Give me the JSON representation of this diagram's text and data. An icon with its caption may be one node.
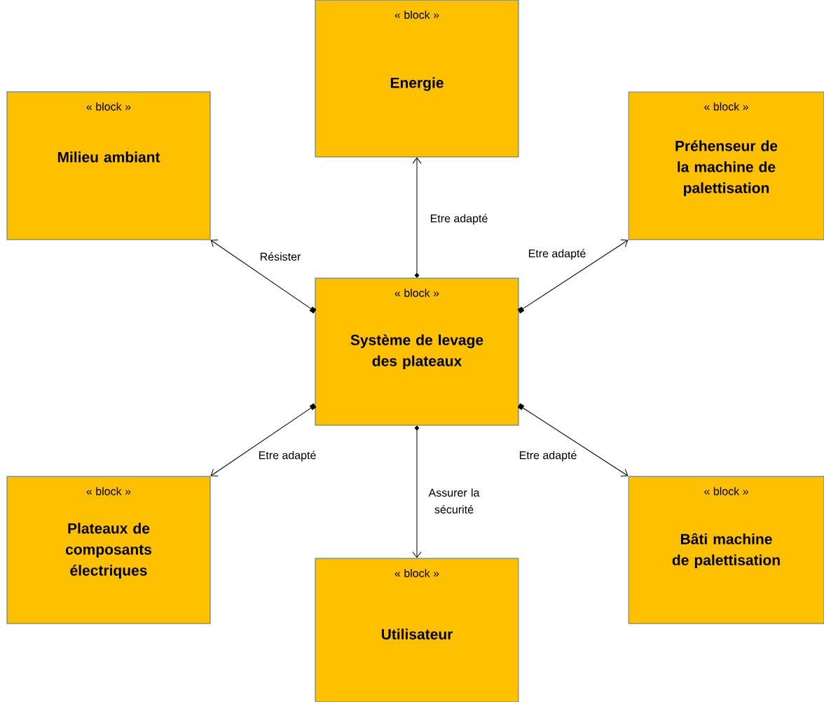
{
  "diagram": {
    "nodes": [
      {
        "text": [
          "« block »",
          "Energie"
        ]
      },
      {
        "text": [
          "« block »",
          "Milieu ambiant"
        ]
      },
      {
        "text": [
          "« block »",
          "Préhenseur de la machine de palettisation"
        ]
      },
      {
        "text": [
          "« block »",
          "Système de levage des plateaux"
        ]
      },
      {
        "text": [
          "« block »",
          "Plateaux de composants électriques"
        ]
      },
      {
        "text": [
          "« block »",
          "Bâti machine de palettisation"
        ]
      },
      {
        "text": [
          "« block »",
          "Utilisateur"
        ]
      }
    ],
    "edges": [
      {
        "from": 3,
        "to": 0,
        "arrow": "to",
        "label": "Etre adapté"
      },
      {
        "from": 3,
        "to": 1,
        "arrow": "to",
        "label": "Résister"
      },
      {
        "from": 3,
        "to": 2,
        "arrow": "to",
        "label": "Etre adapté"
      },
      {
        "from": 3,
        "to": 4,
        "arrow": "to",
        "label": "Etre adapté"
      },
      {
        "from": 3,
        "to": 5,
        "arrow": "to",
        "label": "Etre adapté"
      },
      {
        "from": 3,
        "to": 6,
        "arrow": "to",
        "label": "Assurer la sécurité"
      }
    ]
  }
}
